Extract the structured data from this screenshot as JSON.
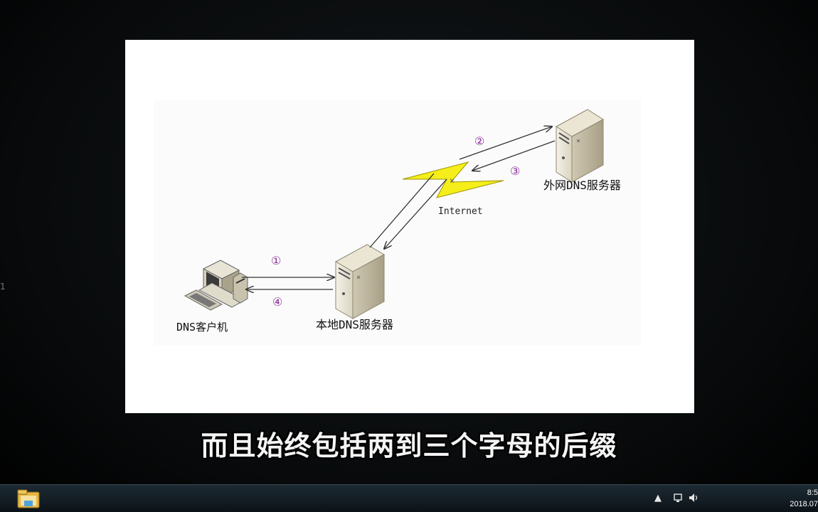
{
  "diagram": {
    "external_server_label": "外网DNS服务器",
    "local_server_label": "本地DNS服务器",
    "client_label": "DNS客户机",
    "internet_label": "Internet",
    "steps": [
      "①",
      "②",
      "③",
      "④"
    ]
  },
  "subtitle": "而且始终包括两到三个字母的后缀",
  "left_edge_text": "1",
  "taskbar": {
    "clock_time": "8:5",
    "clock_date": "2018.07"
  },
  "colors": {
    "step_number": "#8a2b9a",
    "lightning": "#f5ee1a",
    "arrow": "#333333"
  }
}
